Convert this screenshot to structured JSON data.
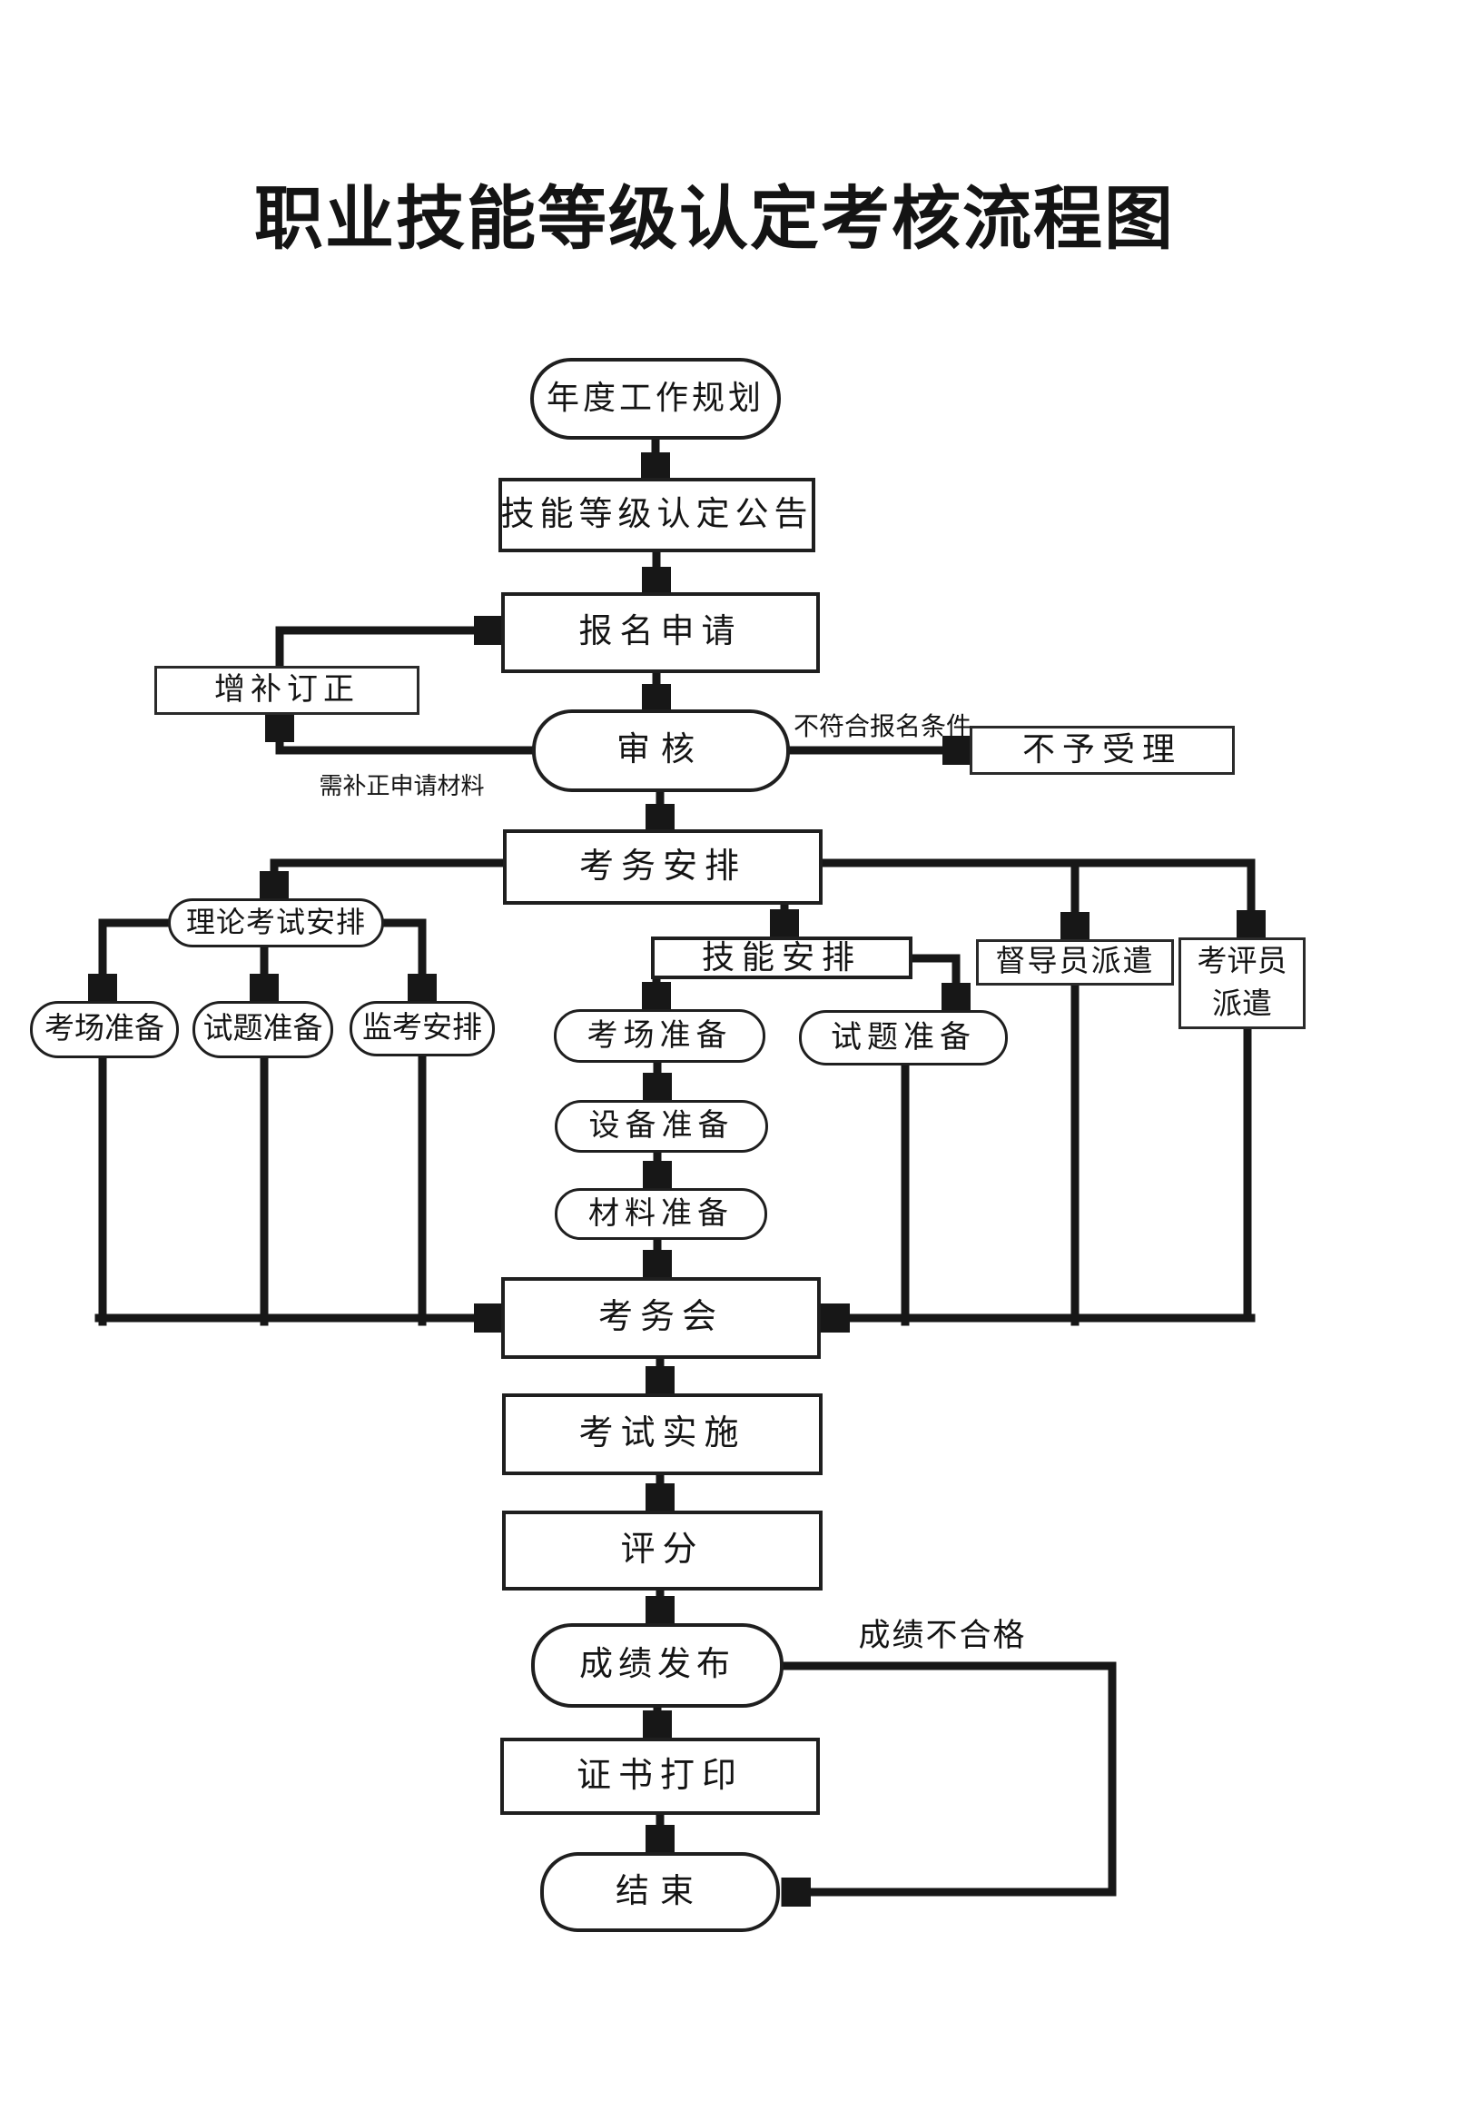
{
  "title": "职业技能等级认定考核流程图",
  "colors": {
    "ink": "#171717",
    "background": "#ffffff"
  },
  "nodes": {
    "plan": {
      "label": "年度工作规划",
      "shape": "stadium"
    },
    "notice": {
      "label": "技能等级认定公告",
      "shape": "rect"
    },
    "apply": {
      "label": "报名申请",
      "shape": "rect"
    },
    "supplement": {
      "label": "增补订正",
      "shape": "rect"
    },
    "review": {
      "label": "审核",
      "shape": "stadium"
    },
    "reject": {
      "label": "不予受理",
      "shape": "rect"
    },
    "exam_affairs": {
      "label": "考务安排",
      "shape": "rect"
    },
    "theory_arrangement": {
      "label": "理论考试安排",
      "shape": "stadium"
    },
    "theory_venue": {
      "label": "考场准备",
      "shape": "stadium"
    },
    "theory_questions": {
      "label": "试题准备",
      "shape": "stadium"
    },
    "invigilation": {
      "label": "监考安排",
      "shape": "stadium"
    },
    "skill_arrangement": {
      "label": "技能安排",
      "shape": "rect"
    },
    "skill_venue": {
      "label": "考场准备",
      "shape": "stadium"
    },
    "skill_questions": {
      "label": "试题准备",
      "shape": "stadium"
    },
    "equipment": {
      "label": "设备准备",
      "shape": "stadium"
    },
    "materials": {
      "label": "材料准备",
      "shape": "stadium"
    },
    "supervisor_dispatch": {
      "label": "督导员派遣",
      "shape": "rect"
    },
    "assessor_dispatch": {
      "label": "考评员\n派遣",
      "shape": "rect"
    },
    "exam_meeting": {
      "label": "考务会",
      "shape": "rect"
    },
    "exam_implementation": {
      "label": "考试实施",
      "shape": "rect"
    },
    "scoring": {
      "label": "评分",
      "shape": "rect"
    },
    "results": {
      "label": "成绩发布",
      "shape": "stadium"
    },
    "certificate": {
      "label": "证书打印",
      "shape": "rect"
    },
    "end": {
      "label": "结束",
      "shape": "stadium"
    }
  },
  "edge_labels": {
    "not_qualified": "不符合报名条件",
    "need_supplement": "需补正申请材料",
    "score_fail": "成绩不合格"
  }
}
